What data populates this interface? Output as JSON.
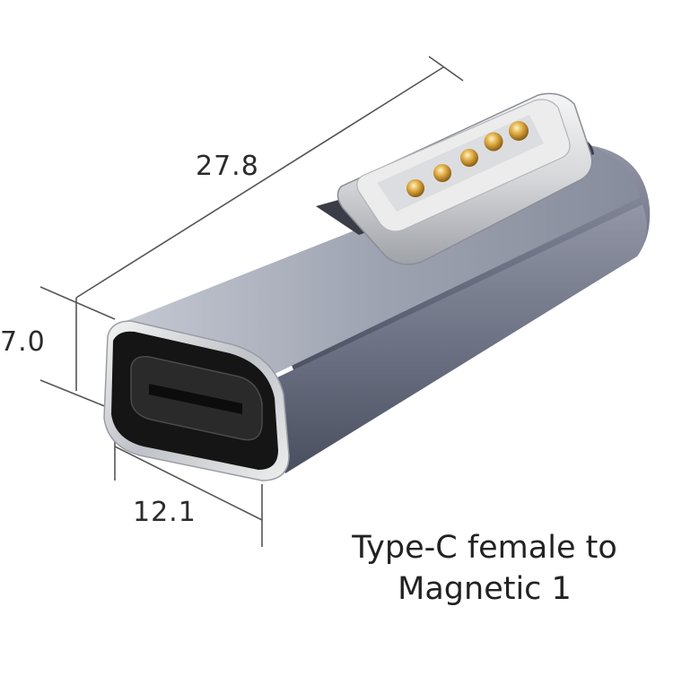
{
  "dimensions": {
    "length": "27.8",
    "height": "7.0",
    "width": "12.1"
  },
  "caption": {
    "line1": "Type-C female to",
    "line2": "Magnetic 1"
  },
  "colors": {
    "body_light": "#b8bdc9",
    "body_mid": "#868c9e",
    "body_dark": "#565c6e",
    "port_black": "#161616",
    "chrome": "#e6e6e6",
    "pin_gold": "#d9a43a"
  }
}
